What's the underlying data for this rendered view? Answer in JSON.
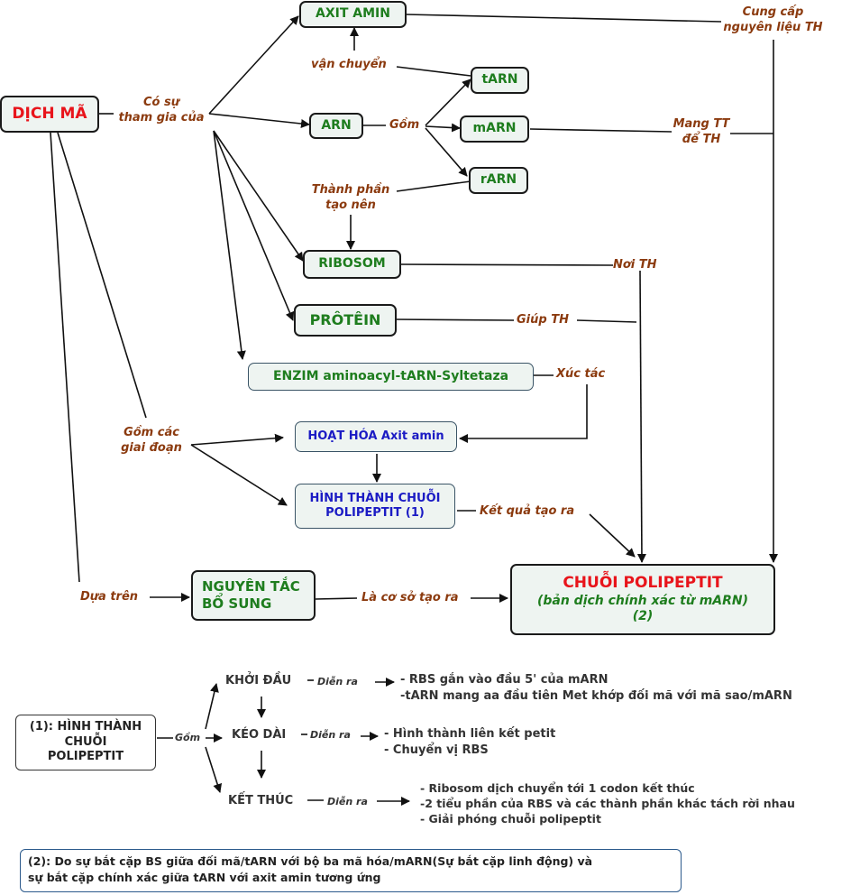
{
  "nodes": {
    "dich_ma": "DỊCH MÃ",
    "axit_amin": "AXIT AMIN",
    "arn": "ARN",
    "tarn": "tARN",
    "marn": "mARN",
    "rarn": "rARN",
    "ribosom": "RIBOSOM",
    "protein": "PRÔTÊIN",
    "enzim": "ENZIM aminoacyl-tARN-Syltetaza",
    "hoat_hoa": "HOẠT HÓA Axit amin",
    "hinh_thanh_1": "HÌNH THÀNH CHUỖI",
    "hinh_thanh_2": "POLIPEPTIT (1)",
    "nguyen_tac_1": "NGUYÊN TẮC",
    "nguyen_tac_2": "BỔ SUNG",
    "chuoi_title": "CHUỖI POLIPEPTIT",
    "chuoi_sub": "(bản dịch chính xác từ mARN)",
    "chuoi_num": "(2)"
  },
  "labels": {
    "co_su_1": "Có sự",
    "co_su_2": "tham gia của",
    "van_chuyen": "vận chuyển",
    "gom": "Gồm",
    "thanh_phan_1": "Thành phần",
    "thanh_phan_2": "tạo nên",
    "cung_cap_1": "Cung cấp",
    "cung_cap_2": "nguyên liệu TH",
    "mang_tt_1": "Mang TT",
    "mang_tt_2": "để TH",
    "noi_th": "Nơi TH",
    "giup_th": "Giúp TH",
    "xuc_tac": "Xúc tác",
    "gom_cac_1": "Gồm các",
    "gom_cac_2": "giai đoạn",
    "ket_qua": "Kết quả tạo ra",
    "dua_tren": "Dựa trên",
    "la_co_so": "Là cơ sở tạo ra"
  },
  "legend1": {
    "box_1": "(1): HÌNH THÀNH",
    "box_2": "CHUỖI",
    "box_3": "POLIPEPTIT",
    "gom": "Gồm",
    "khoi_dau": "KHỞI ĐẦU",
    "keo_dai": "KÉO DÀI",
    "ket_thuc": "KẾT THÚC",
    "dien_ra": "Diễn ra",
    "khoi_dau_items": [
      "- RBS gắn vào đầu 5' của mARN",
      "-tARN mang aa đầu tiên Met khớp đối mã với mã sao/mARN"
    ],
    "keo_dai_items": [
      "- Hình thành liên kết petit",
      "- Chuyển vị RBS"
    ],
    "ket_thuc_items": [
      "- Ribosom dịch chuyển tới 1 codon kết thúc",
      "-2 tiểu phần của RBS và các thành phần khác tách rời nhau",
      "- Giải phóng chuỗi polipeptit"
    ]
  },
  "legend2": {
    "line_1": "(2): Do sự bắt cặp BS giữa đối mã/tARN với bộ ba mã hóa/mARN(Sự bắt cặp linh động) và",
    "line_2": "sự bắt cặp chính xác giữa tARN với axit amin tương ứng"
  },
  "colors": {
    "node_bg": "#eef4f1",
    "green_text": "#1e7d1e",
    "blue_text": "#1b1bc4",
    "red_text": "#e8141b",
    "label_text": "#8b3a0e"
  }
}
